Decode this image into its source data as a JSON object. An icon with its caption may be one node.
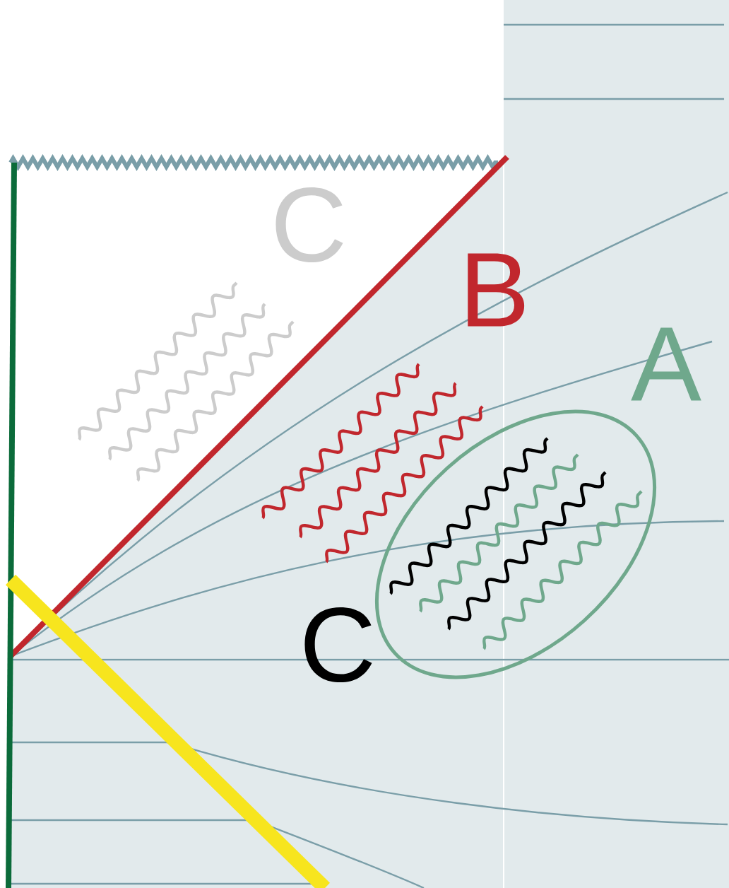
{
  "diagram": {
    "labels": [
      "C",
      "B",
      "A",
      "C"
    ]
  }
}
